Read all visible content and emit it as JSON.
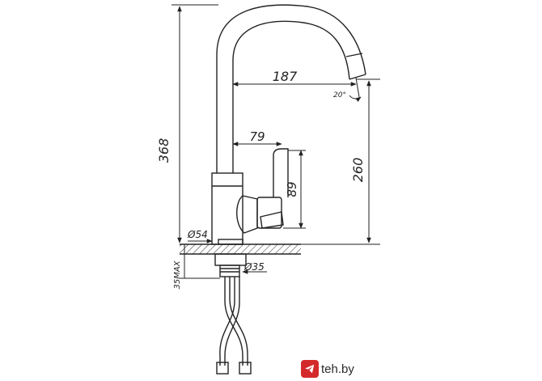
{
  "dimensions": {
    "total_height": "368",
    "spout_reach": "187",
    "spout_height": "260",
    "handle_reach": "79",
    "handle_height": "89",
    "base_diameter": "Ø54",
    "mount_diameter": "Ø35",
    "mount_thickness": "35MAX",
    "spout_angle": "20°"
  },
  "watermark": {
    "text": "teh.by",
    "icon": "telegram-plane-icon",
    "brand_color": "#d4292b"
  },
  "line_color": "#222222"
}
